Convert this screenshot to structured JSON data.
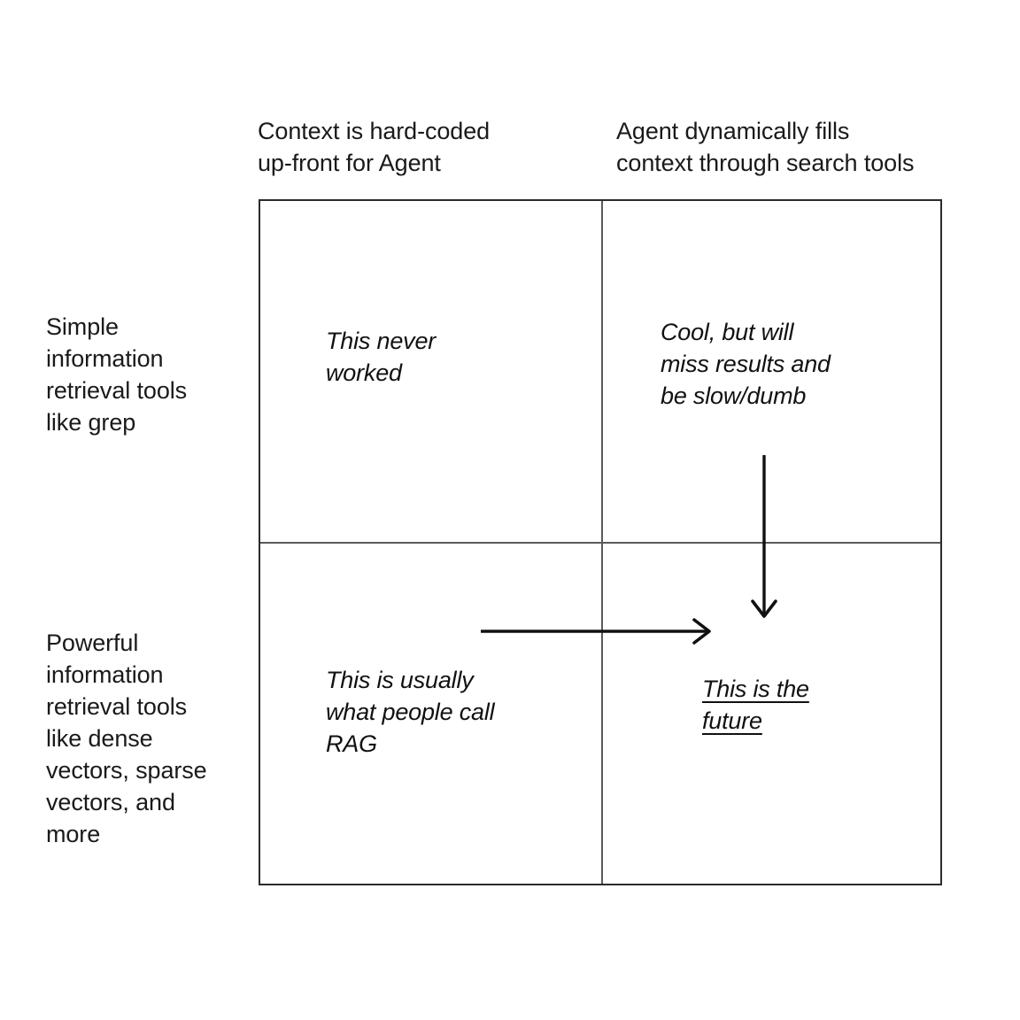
{
  "diagram": {
    "type": "2x2-matrix",
    "background_color": "#ffffff",
    "border_color": "#2b2b2b",
    "divider_color": "#5a5a5a",
    "text_color": "#111111",
    "columns": [
      {
        "id": "hard-coded",
        "label": "Context is hard-coded\nup-front for Agent"
      },
      {
        "id": "dynamic-search",
        "label": "Agent dynamically fills\ncontext through search tools"
      }
    ],
    "rows": [
      {
        "id": "simple-tools",
        "label": "Simple\ninformation\nretrieval tools\nlike grep"
      },
      {
        "id": "powerful-tools",
        "label": "Powerful\ninformation\nretrieval tools\nlike dense\nvectors, sparse\nvectors, and\nmore"
      }
    ],
    "cells": [
      {
        "id": "top-left",
        "row": "simple-tools",
        "column": "hard-coded",
        "text": "This never\nworked",
        "italic": true,
        "underline": false
      },
      {
        "id": "top-right",
        "row": "simple-tools",
        "column": "dynamic-search",
        "text": "Cool, but will\nmiss results and\nbe slow/dumb",
        "italic": true,
        "underline": false
      },
      {
        "id": "bottom-left",
        "row": "powerful-tools",
        "column": "hard-coded",
        "text": "This is usually\nwhat people call\nRAG",
        "italic": true,
        "underline": false
      },
      {
        "id": "bottom-right",
        "row": "powerful-tools",
        "column": "dynamic-search",
        "text": "This is the\nfuture",
        "italic": true,
        "underline": true
      }
    ],
    "arrows": [
      {
        "id": "arrow-horizontal-to-dynamic",
        "direction": "right",
        "from_cell": "bottom-left",
        "to_cell": "bottom-right",
        "color": "#111111"
      },
      {
        "id": "arrow-vertical-to-powerful",
        "direction": "down",
        "from_cell": "top-right",
        "to_cell": "bottom-right",
        "color": "#111111"
      }
    ]
  }
}
